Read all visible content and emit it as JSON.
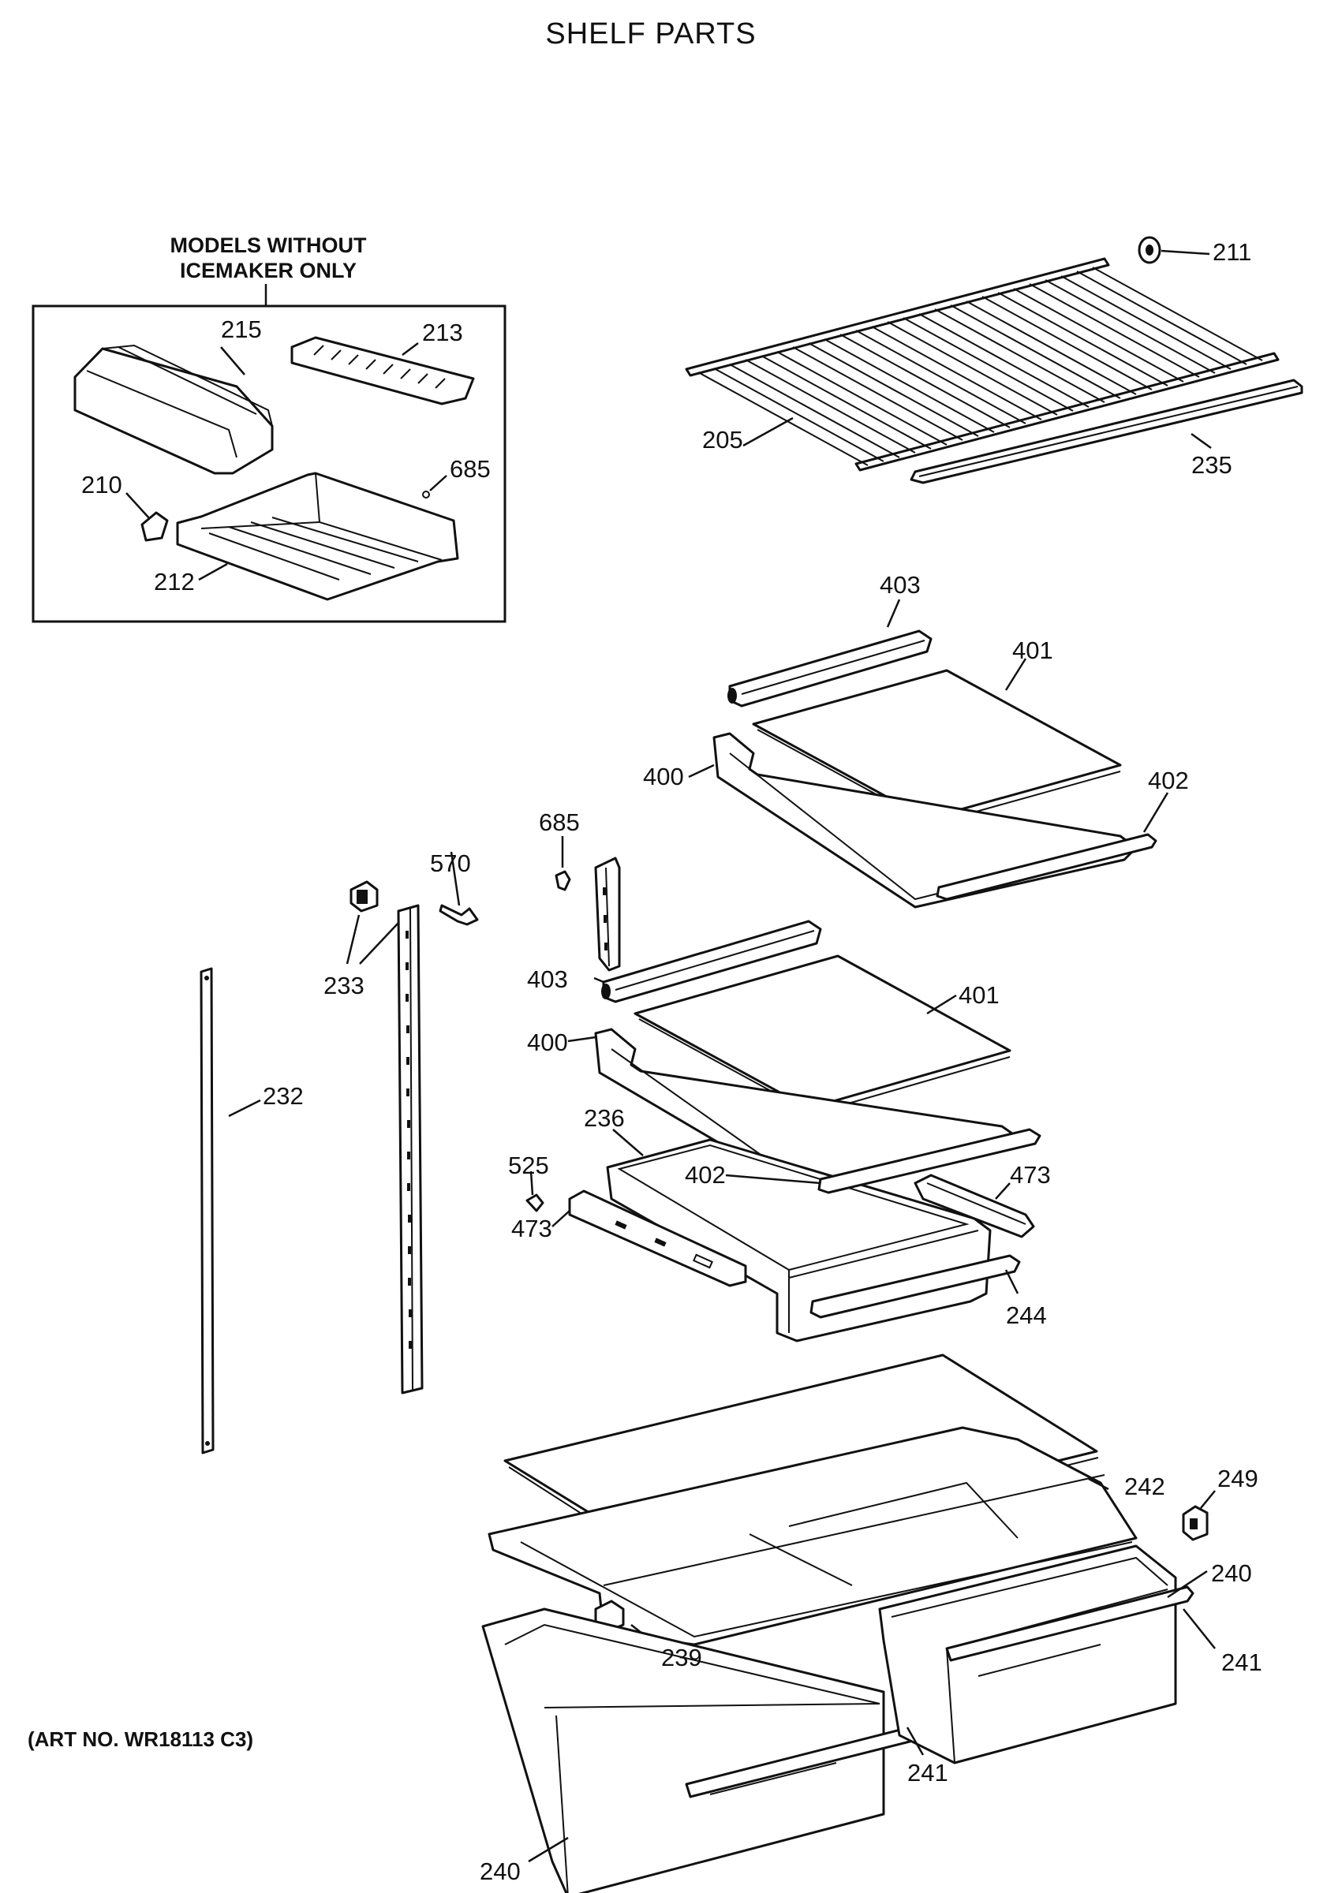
{
  "title": "SHELF PARTS",
  "art_number": "(ART NO. WR18113 C3)",
  "inset": {
    "heading_line1": "MODELS WITHOUT",
    "heading_line2": "ICEMAKER ONLY"
  },
  "callouts": {
    "c211": "211",
    "c205": "205",
    "c235": "235",
    "c215": "215",
    "c213": "213",
    "c685_inset": "685",
    "c210": "210",
    "c212": "212",
    "c403_top": "403",
    "c401_top": "401",
    "c400_top": "400",
    "c402_top": "402",
    "c685": "685",
    "c570": "570",
    "c233": "233",
    "c232": "232",
    "c403_mid": "403",
    "c401_mid": "401",
    "c400_mid": "400",
    "c236": "236",
    "c525": "525",
    "c402_mid": "402",
    "c473_right": "473",
    "c473_left": "473",
    "c244": "244",
    "c242": "242",
    "c249": "249",
    "c240_right": "240",
    "c241_right": "241",
    "c239": "239",
    "c241_mid": "241",
    "c240_bottom": "240"
  }
}
